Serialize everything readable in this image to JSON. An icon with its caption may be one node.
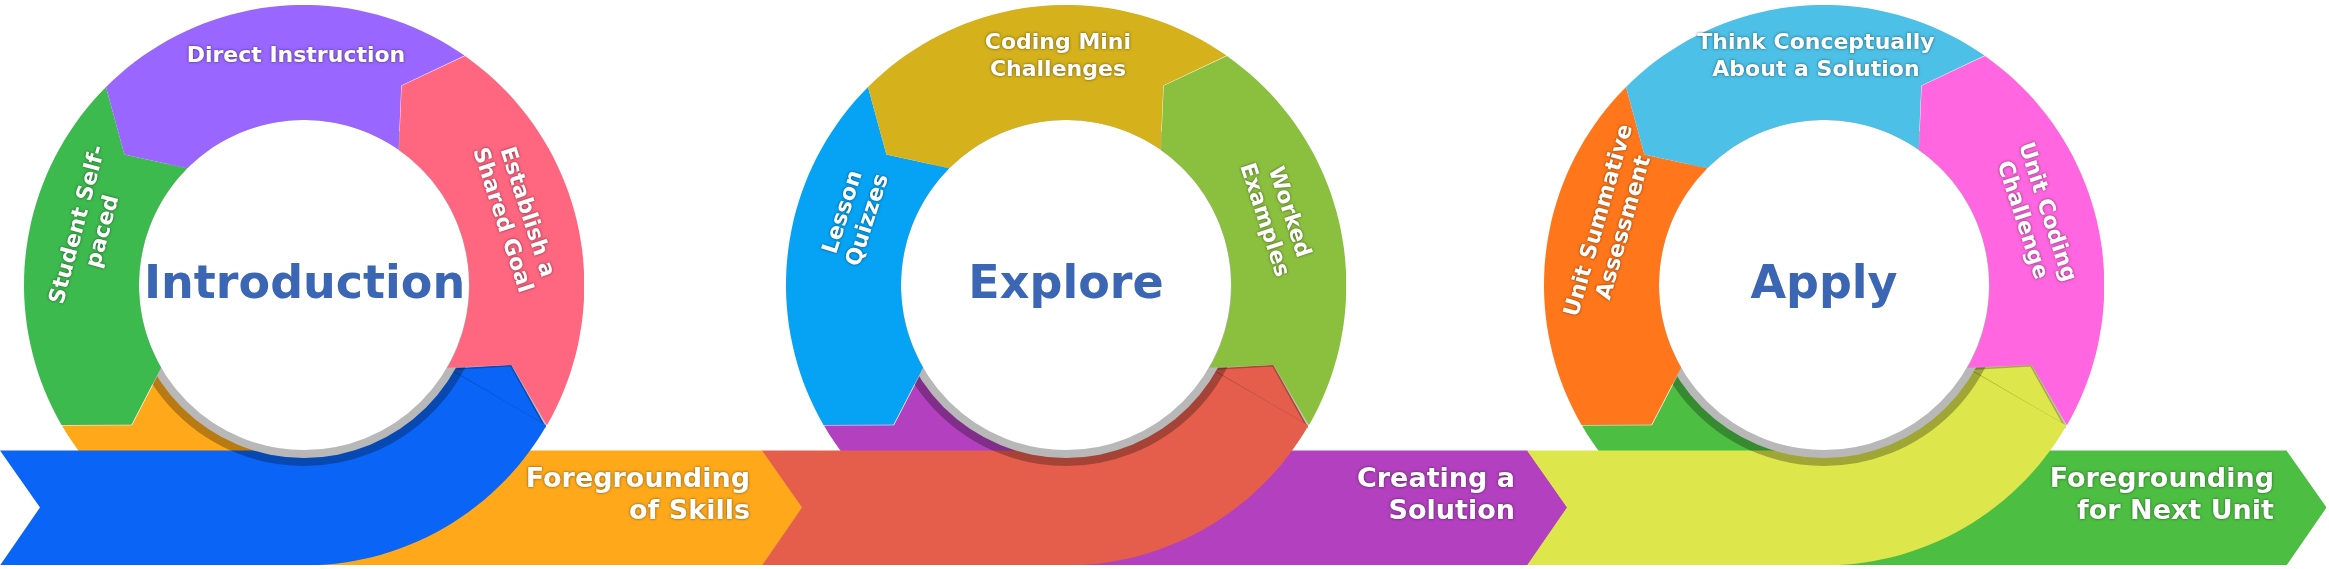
{
  "diagram": {
    "nodes": [
      {
        "text": [
          "Introduction"
        ]
      },
      {
        "text": [
          "Student Self-paced"
        ]
      },
      {
        "text": [
          "Direct Instruction"
        ]
      },
      {
        "text": [
          "Establish a Shared Goal"
        ]
      },
      {
        "text": [
          "Foregrounding of Skills"
        ]
      },
      {
        "text": [
          "Explore"
        ]
      },
      {
        "text": [
          "Lesson Quizzes"
        ]
      },
      {
        "text": [
          "Coding Mini Challenges"
        ]
      },
      {
        "text": [
          "Worked Examples"
        ]
      },
      {
        "text": [
          "Creating a Solution"
        ]
      },
      {
        "text": [
          "Apply"
        ]
      },
      {
        "text": [
          "Unit Summative Assessment"
        ]
      },
      {
        "text": [
          "Think Conceptually About a Solution"
        ]
      },
      {
        "text": [
          "Unit Coding Challenge"
        ]
      },
      {
        "text": [
          "Foregrounding for Next Unit"
        ]
      }
    ],
    "edges": [
      {
        "from": null,
        "to": 3,
        "arrow": "to",
        "color": "#0a64f5"
      },
      {
        "from": 4,
        "to": 8,
        "arrow": "to",
        "color": "#e55e4c"
      },
      {
        "from": 9,
        "to": 13,
        "arrow": "to",
        "color": "#dde64a"
      }
    ]
  }
}
